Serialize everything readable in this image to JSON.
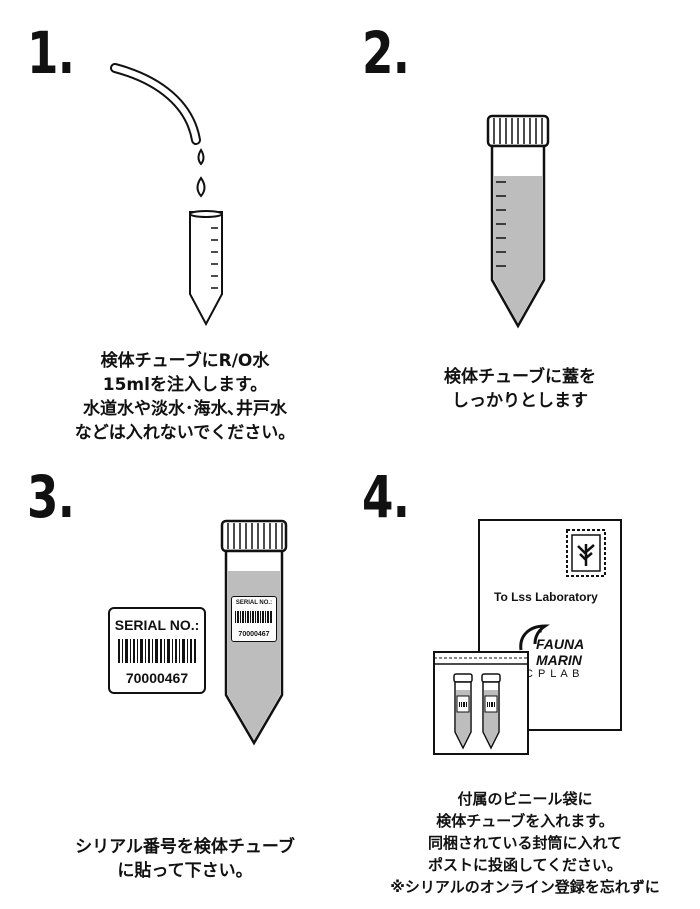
{
  "steps": [
    {
      "number": "1.",
      "lines": [
        "検体チューブにR/O水",
        "15mlを注入します。",
        "水道水や淡水･海水､井戸水",
        "などは入れないでください。"
      ]
    },
    {
      "number": "2.",
      "lines": [
        "検体チューブに蓋を",
        "しっかりとします"
      ]
    },
    {
      "number": "3.",
      "lines": [
        "シリアル番号を検体チューブ",
        "に貼って下さい。"
      ],
      "serial_label": "SERIAL NO.:",
      "serial_number": "70000467"
    },
    {
      "number": "4.",
      "lines": [
        "付属のビニール袋に",
        "検体チューブを入れます。",
        "同梱されている封筒に入れて",
        "ポストに投函してください。",
        "※シリアルのオンライン登録を忘れずに"
      ],
      "envelope_address": "To Lss Laboratory",
      "brand_line1": "FAUNA",
      "brand_line2": "MARIN",
      "brand_line3": "C P L A B"
    }
  ],
  "colors": {
    "ink": "#111111",
    "liquid": "#bdbdbd",
    "tube_fill": "#ffffff"
  }
}
